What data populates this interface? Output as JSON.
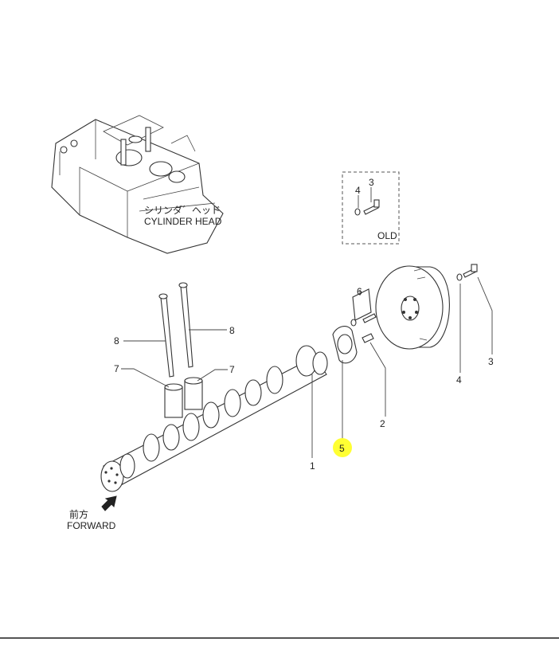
{
  "highlight_color": "#ffff33",
  "labels": {
    "cylinder_head_jp": "シリンダ゛ヘッド",
    "cylinder_head_en": "CYLINDER HEAD",
    "old": "OLD",
    "forward_jp": "前方",
    "forward_en": "FORWARD"
  },
  "callouts": {
    "c1": "1",
    "c2": "2",
    "c3_inset": "3",
    "c3_main": "3",
    "c4_inset": "4",
    "c4_main": "4",
    "c5": "5",
    "c6": "6",
    "c7_left": "7",
    "c7_right": "7",
    "c8_left": "8",
    "c8_right": "8"
  },
  "icons": {
    "forward_arrow": "forward-arrow-icon"
  }
}
